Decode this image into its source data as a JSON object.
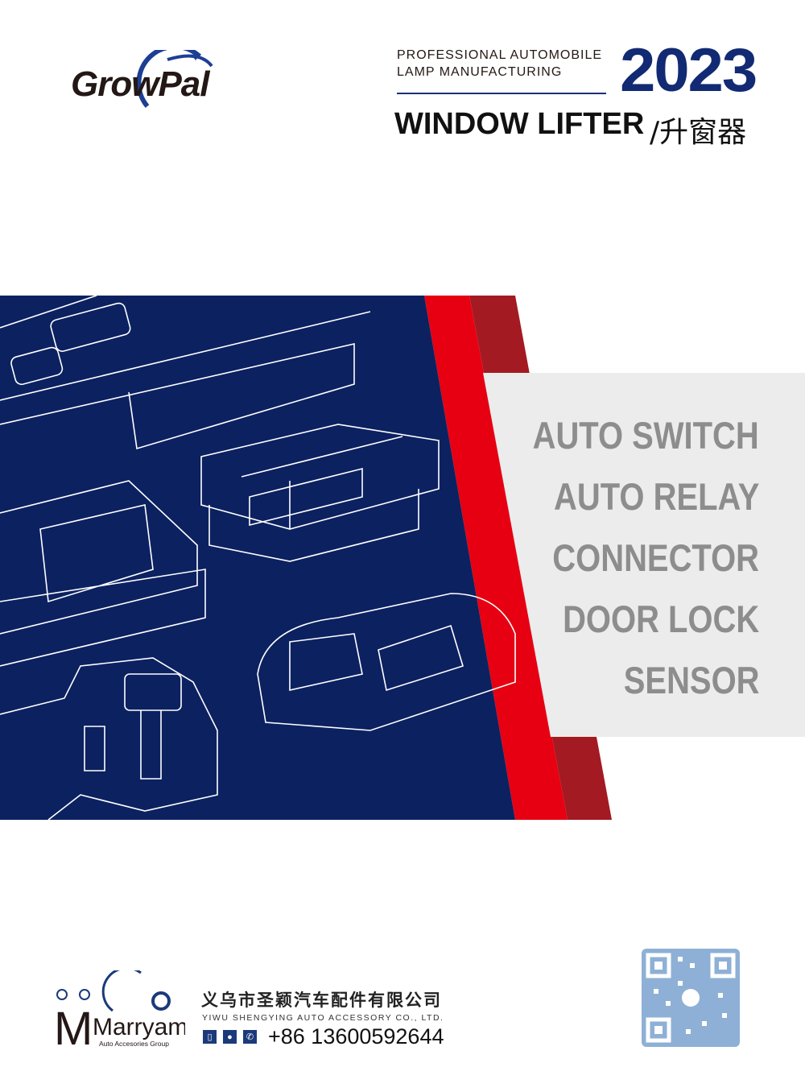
{
  "brand": {
    "name": "GrowPal"
  },
  "header": {
    "tagline_line1": "PROFESSIONAL AUTOMOBILE",
    "tagline_line2": "LAMP MANUFACTURING",
    "year": "2023",
    "title": "WINDOW LIFTER",
    "title_cn": "/升窗器"
  },
  "categories": [
    "AUTO SWITCH",
    "AUTO RELAY",
    "CONNECTOR",
    "DOOR LOCK",
    "SENSOR"
  ],
  "footer": {
    "logo_name": "Marryam",
    "logo_sub": "Auto Accesories Group",
    "company_cn": "义乌市圣颖汽车配件有限公司",
    "company_en": "YIWU SHENGYING AUTO ACCESSORY CO., LTD.",
    "phone": "+86 13600592644",
    "contact_icons": [
      "phone-icon",
      "wechat-icon",
      "whatsapp-icon"
    ]
  },
  "colors": {
    "navy": "#0c2160",
    "red": "#e60012",
    "dark_red": "#a31a22",
    "gray_text": "#8d8d8d"
  }
}
